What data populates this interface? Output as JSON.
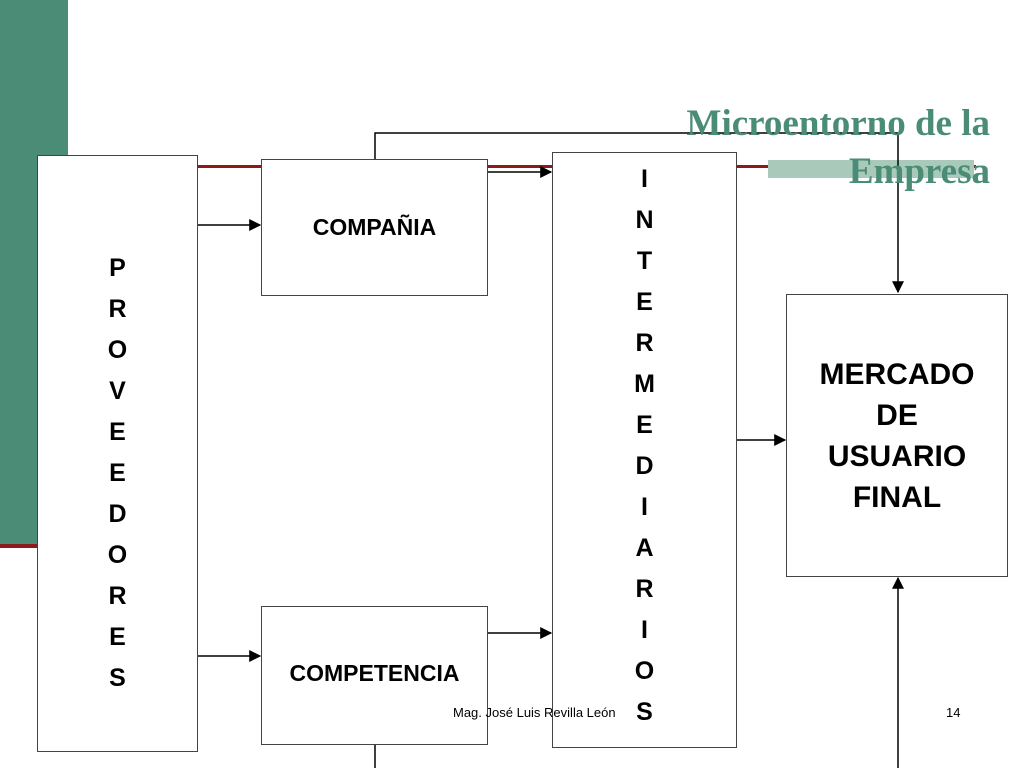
{
  "slide": {
    "title": "Microentorno de la Empresa",
    "brand_green": "#4a8c76",
    "accent_red": "#8b1a1a"
  },
  "boxes": {
    "proveedores": "PROVEEDORES",
    "compania": "COMPAÑIA",
    "competencia": "COMPETENCIA",
    "intermediarios": "INTERMEDIARIOS",
    "mercado": [
      "MERCADO",
      "DE",
      "USUARIO",
      "FINAL"
    ]
  },
  "footer": {
    "author": "Mag. José Luis Revilla León",
    "page_number": "14"
  }
}
